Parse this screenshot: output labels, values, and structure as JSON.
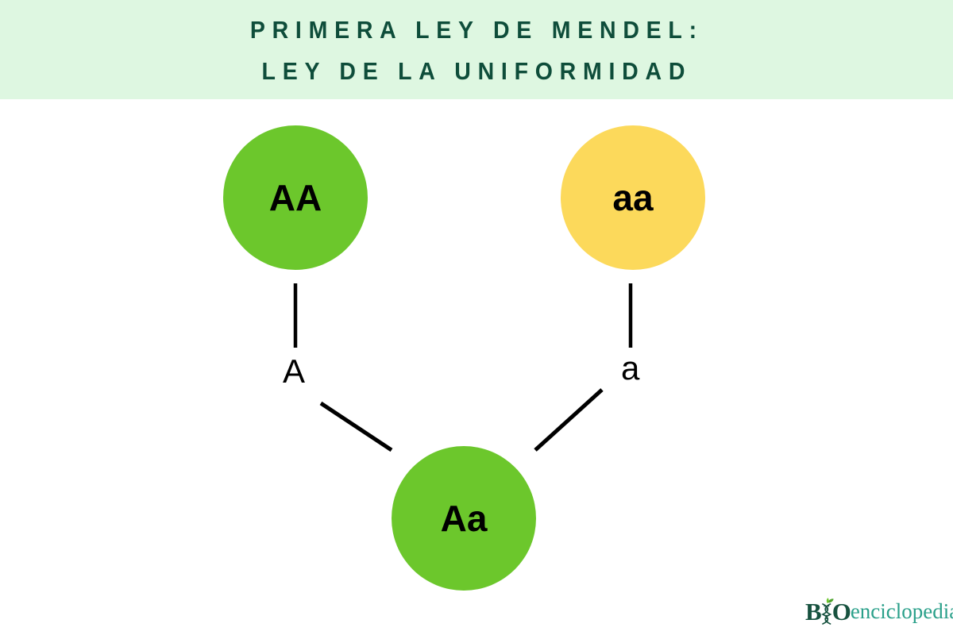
{
  "header": {
    "background_color": "#def7e1",
    "text_color": "#0e4d3a",
    "title_line_1": "PRIMERA LEY DE MENDEL:",
    "title_line_2": "LEY DE LA UNIFORMIDAD"
  },
  "diagram": {
    "type": "punnett-cross-pedigree",
    "colors": {
      "dominant_green": "#6cc72c",
      "recessive_yellow": "#fcd95b",
      "line_black": "#000000",
      "canvas_white": "#ffffff"
    },
    "parents": [
      {
        "id": "parent-dominant",
        "genotype": "AA",
        "color": "#6cc72c",
        "gamete": "A"
      },
      {
        "id": "parent-recessive",
        "genotype": "aa",
        "color": "#fcd95b",
        "gamete": "a"
      }
    ],
    "offspring": {
      "id": "offspring",
      "genotype": "Aa",
      "color": "#6cc72c"
    },
    "alleles": {
      "left_label": "A",
      "right_label": "a"
    }
  },
  "logo": {
    "prefix": "B",
    "mark_icon": "dna-helix-leaf-icon",
    "middle": "O",
    "word": "enciclopedia",
    "mark_color": "#17523f",
    "word_color": "#2aa08a"
  }
}
